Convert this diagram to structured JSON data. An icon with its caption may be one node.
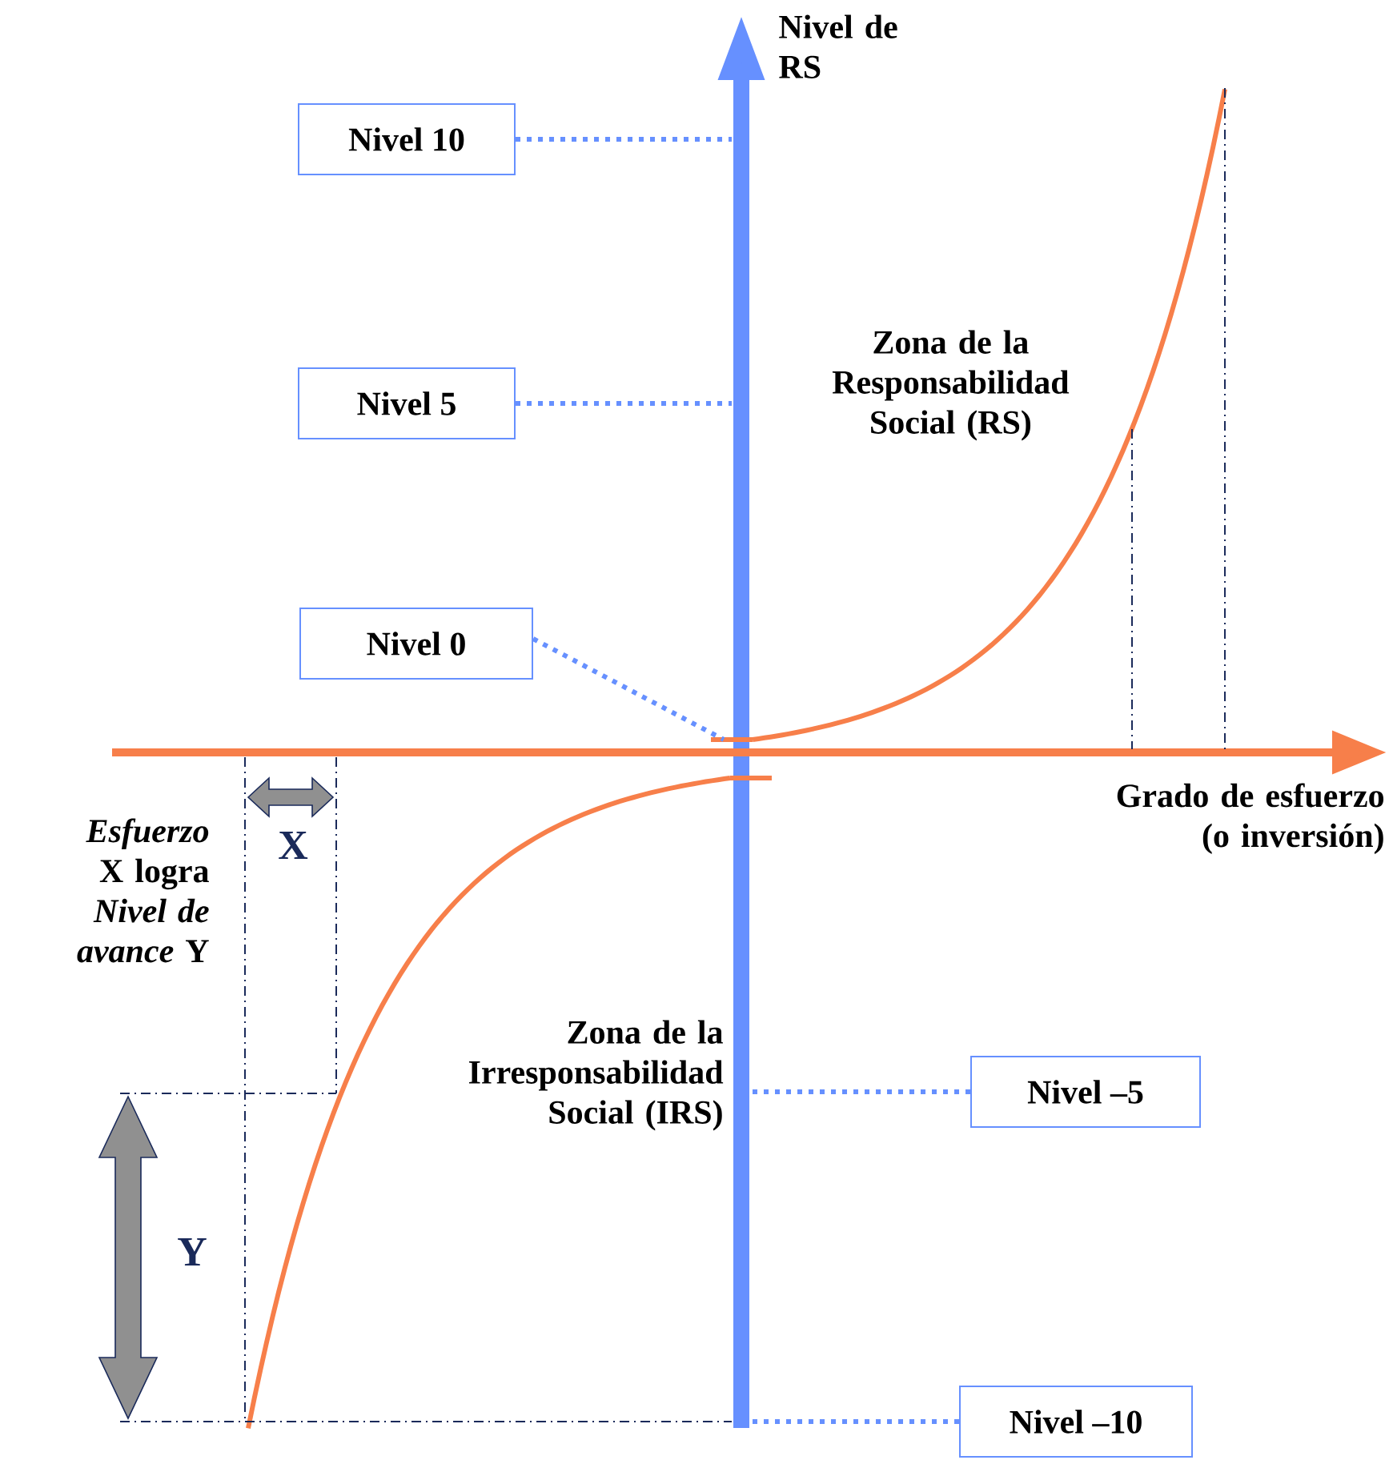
{
  "diagram": {
    "nodes": [
      {
        "text": [
          "Nivel 10"
        ]
      },
      {
        "text": [
          "Nivel 5"
        ]
      },
      {
        "text": [
          "Nivel 0"
        ]
      },
      {
        "text": [
          "Nivel –5"
        ]
      },
      {
        "text": [
          "Nivel –10"
        ]
      }
    ],
    "edges": [
      {
        "from": 0,
        "to": null,
        "arrow": "none",
        "style": "dashed"
      },
      {
        "from": 1,
        "to": null,
        "arrow": "none",
        "style": "dashed"
      },
      {
        "from": 2,
        "to": null,
        "arrow": "none",
        "style": "dashed"
      },
      {
        "from": 3,
        "to": null,
        "arrow": "none",
        "style": "dashed"
      },
      {
        "from": 4,
        "to": null,
        "arrow": "none",
        "style": "dashed"
      }
    ],
    "labels": [
      "Nivel de RS",
      "Zona de la Responsabilidad Social (RS)",
      "Grado de esfuerzo (o inversión)",
      "*Esfuerzo* X logra *Nivel de avance* Y",
      "X",
      "Zona de la Irresponsabilidad Social (IRS)",
      "Y"
    ]
  }
}
